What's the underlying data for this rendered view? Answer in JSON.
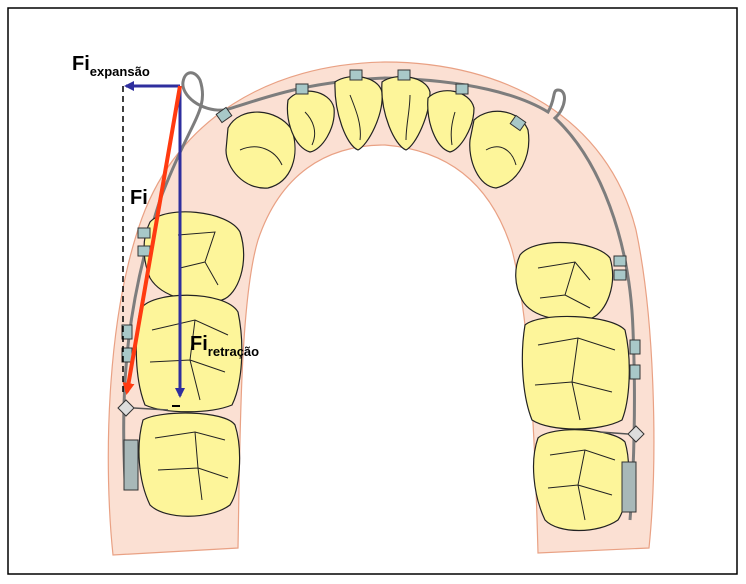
{
  "labels": {
    "fi_expansion": {
      "main": "Fi",
      "sub": "expansão"
    },
    "fi_resultant": {
      "main": "Fi"
    },
    "fi_retraction": {
      "main": "Fi",
      "sub": "retração"
    }
  },
  "colors": {
    "frame_border": "#000000",
    "gum": "#fbe0d3",
    "gum_outline": "#e9a184",
    "tooth_fill": "#fdf59a",
    "tooth_outline": "#222222",
    "wire": "#7d7d7d",
    "bracket": "#a8c8c8",
    "arrow_expansion": "#2e2e9e",
    "arrow_retraction": "#2e2e9e",
    "arrow_resultant": "#ff3a10",
    "dashed_line": "#000000"
  }
}
